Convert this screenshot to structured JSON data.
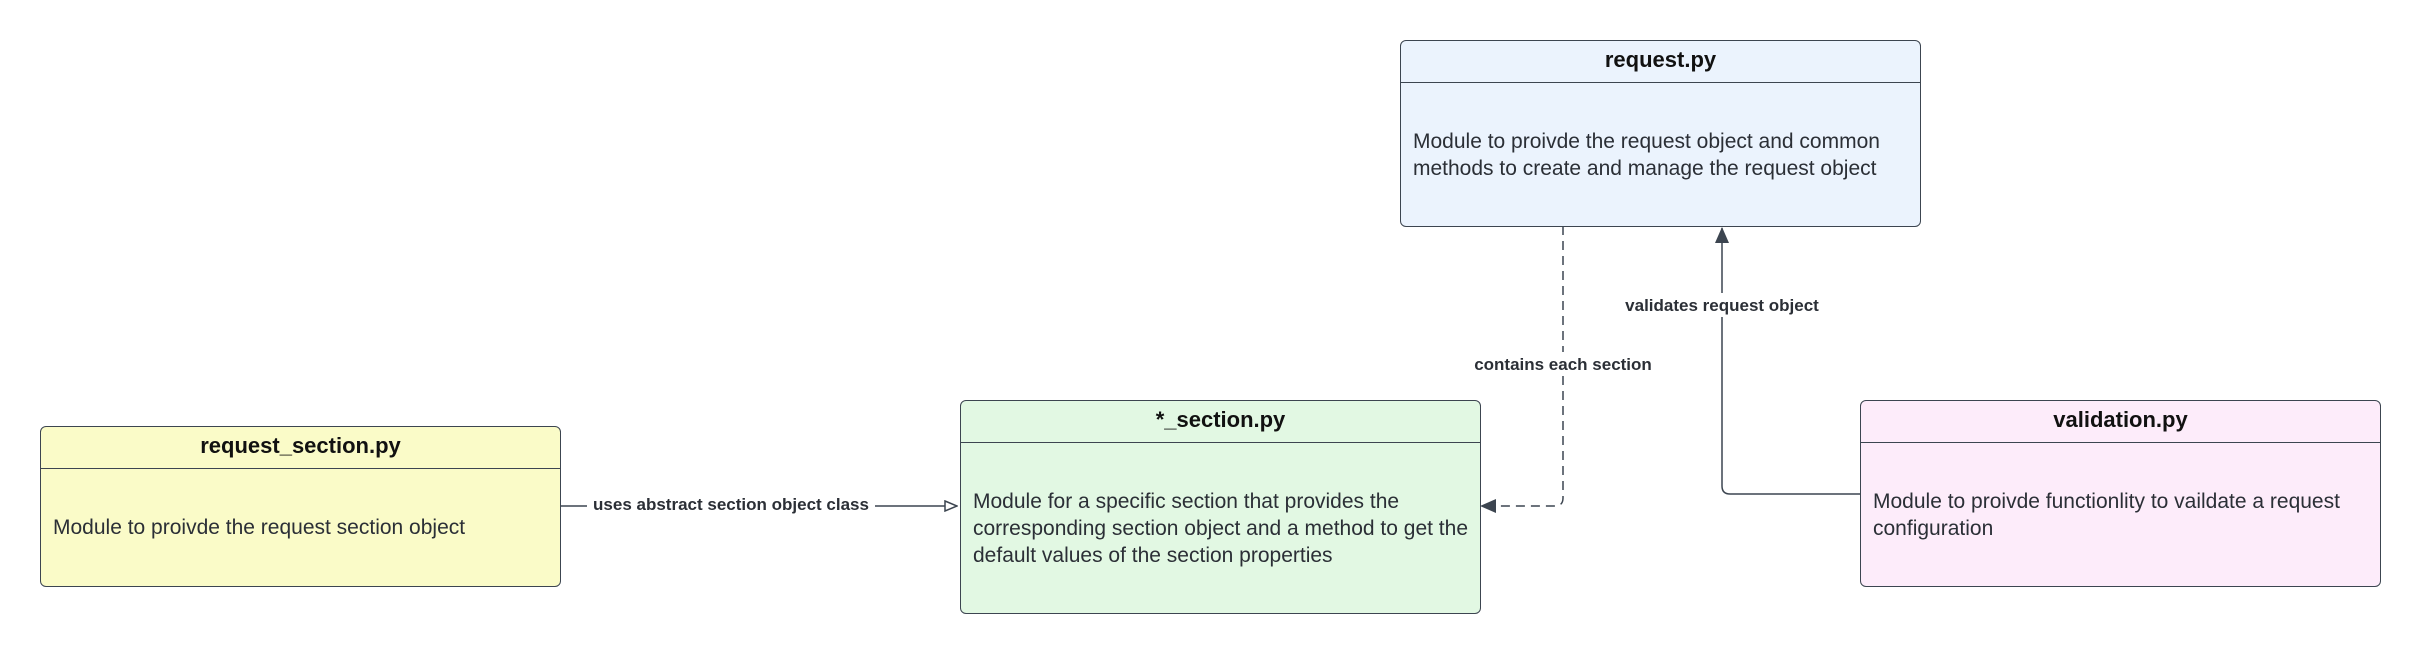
{
  "colors": {
    "request_fill": "#ebf3fd",
    "section_fill": "#e2f8e3",
    "request_section_fill": "#fafbc8",
    "validation_fill": "#fdecfa",
    "border": "#3c4550",
    "edge": "#3c4550"
  },
  "nodes": {
    "request": {
      "title": "request.py",
      "body": "Module to proivde the request object and common methods to create and manage the request object"
    },
    "section": {
      "title": "*_section.py",
      "body": "Module for a specific section that provides the corresponding section object and a method to get the default values of the section properties"
    },
    "request_section": {
      "title": "request_section.py",
      "body": "Module to proivde the request section object"
    },
    "validation": {
      "title": "validation.py",
      "body": "Module to proivde functionlity to vaildate a request configuration"
    }
  },
  "edges": {
    "uses": "uses abstract section object class",
    "contains": "contains each section",
    "validates": "validates request object"
  }
}
